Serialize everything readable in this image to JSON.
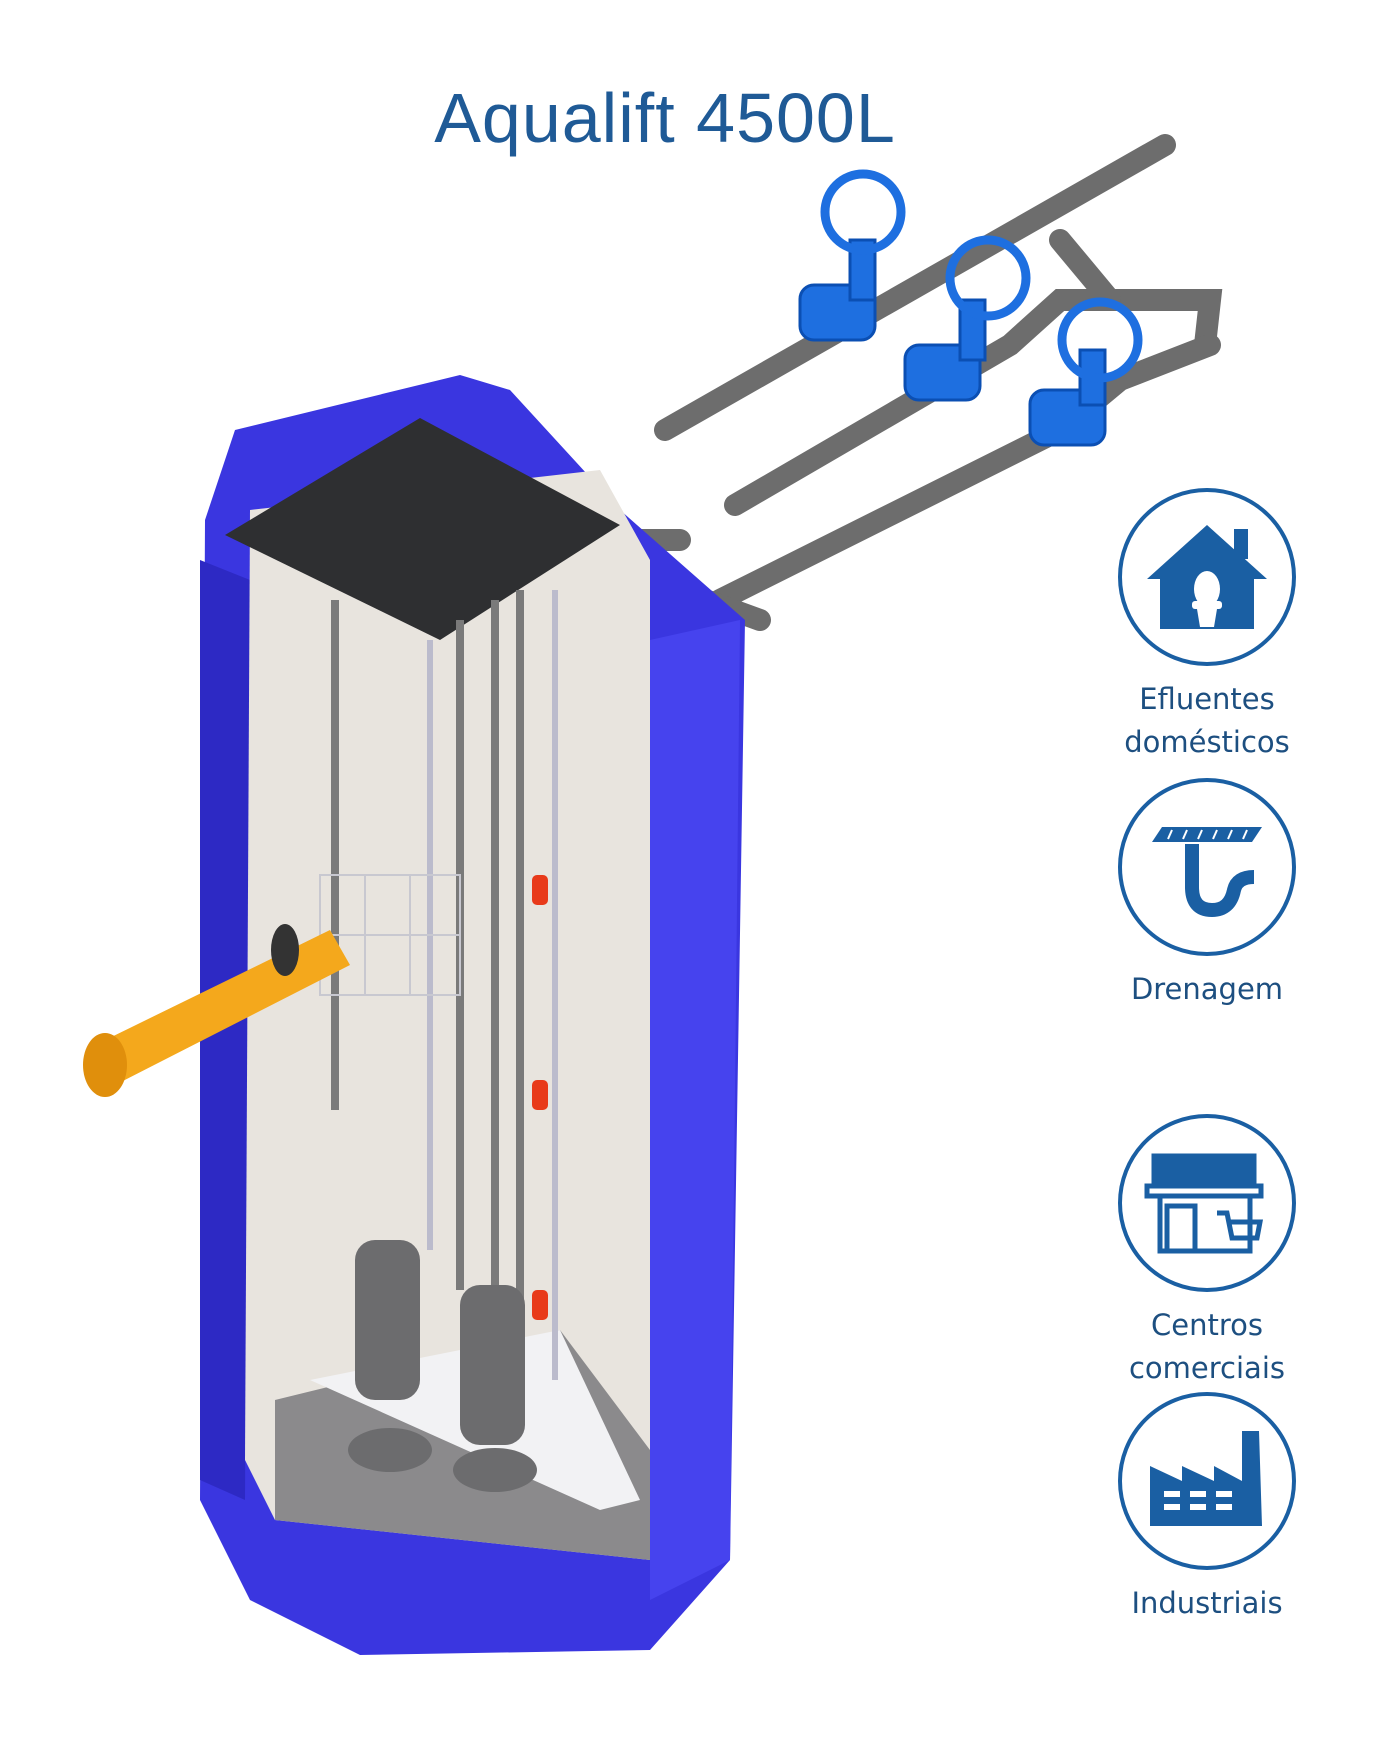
{
  "title": "Aqualift 4500L",
  "colors": {
    "brand_blue": "#1a5fa3",
    "tank_blue": "#3a36e0",
    "pipe_orange": "#f4a81c",
    "pipe_gray": "#707070",
    "valve_blue": "#1e6fe0"
  },
  "applications": [
    {
      "icon": "house-toilet-icon",
      "label_line1": "Efluentes",
      "label_line2": "domésticos"
    },
    {
      "icon": "drain-pipe-icon",
      "label_line1": "Drenagem",
      "label_line2": ""
    },
    {
      "icon": "shop-cart-icon",
      "label_line1": "Centros",
      "label_line2": "comerciais"
    },
    {
      "icon": "factory-icon",
      "label_line1": "Industriais",
      "label_line2": ""
    }
  ]
}
